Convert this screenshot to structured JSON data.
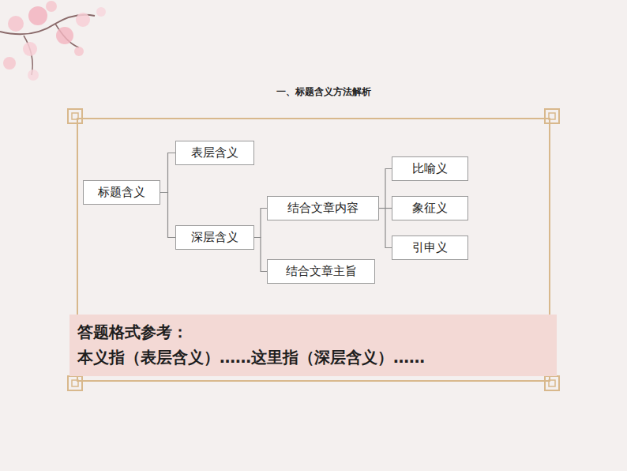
{
  "diagram": {
    "title": "一、标题含义方法解析",
    "nodes": [
      {
        "text": [
          "标题含义"
        ]
      },
      {
        "text": [
          "表层含义"
        ]
      },
      {
        "text": [
          "深层含义"
        ]
      },
      {
        "text": [
          "结合文章内容"
        ]
      },
      {
        "text": [
          "结合文章主旨"
        ]
      },
      {
        "text": [
          "比喻义"
        ]
      },
      {
        "text": [
          "象征义"
        ]
      },
      {
        "text": [
          "引申义"
        ]
      },
      {
        "text": [
          "答题格式参考：",
          "本义指（表层含义）……这里指（深层含义）……"
        ]
      }
    ],
    "edges": [
      {
        "from": 0,
        "to": 1,
        "arrow": "none"
      },
      {
        "from": 0,
        "to": 2,
        "arrow": "none"
      },
      {
        "from": 2,
        "to": 3,
        "arrow": "none"
      },
      {
        "from": 2,
        "to": 4,
        "arrow": "none"
      },
      {
        "from": 3,
        "to": 5,
        "arrow": "none"
      },
      {
        "from": 3,
        "to": 6,
        "arrow": "none"
      },
      {
        "from": 3,
        "to": 7,
        "arrow": "none"
      }
    ]
  }
}
